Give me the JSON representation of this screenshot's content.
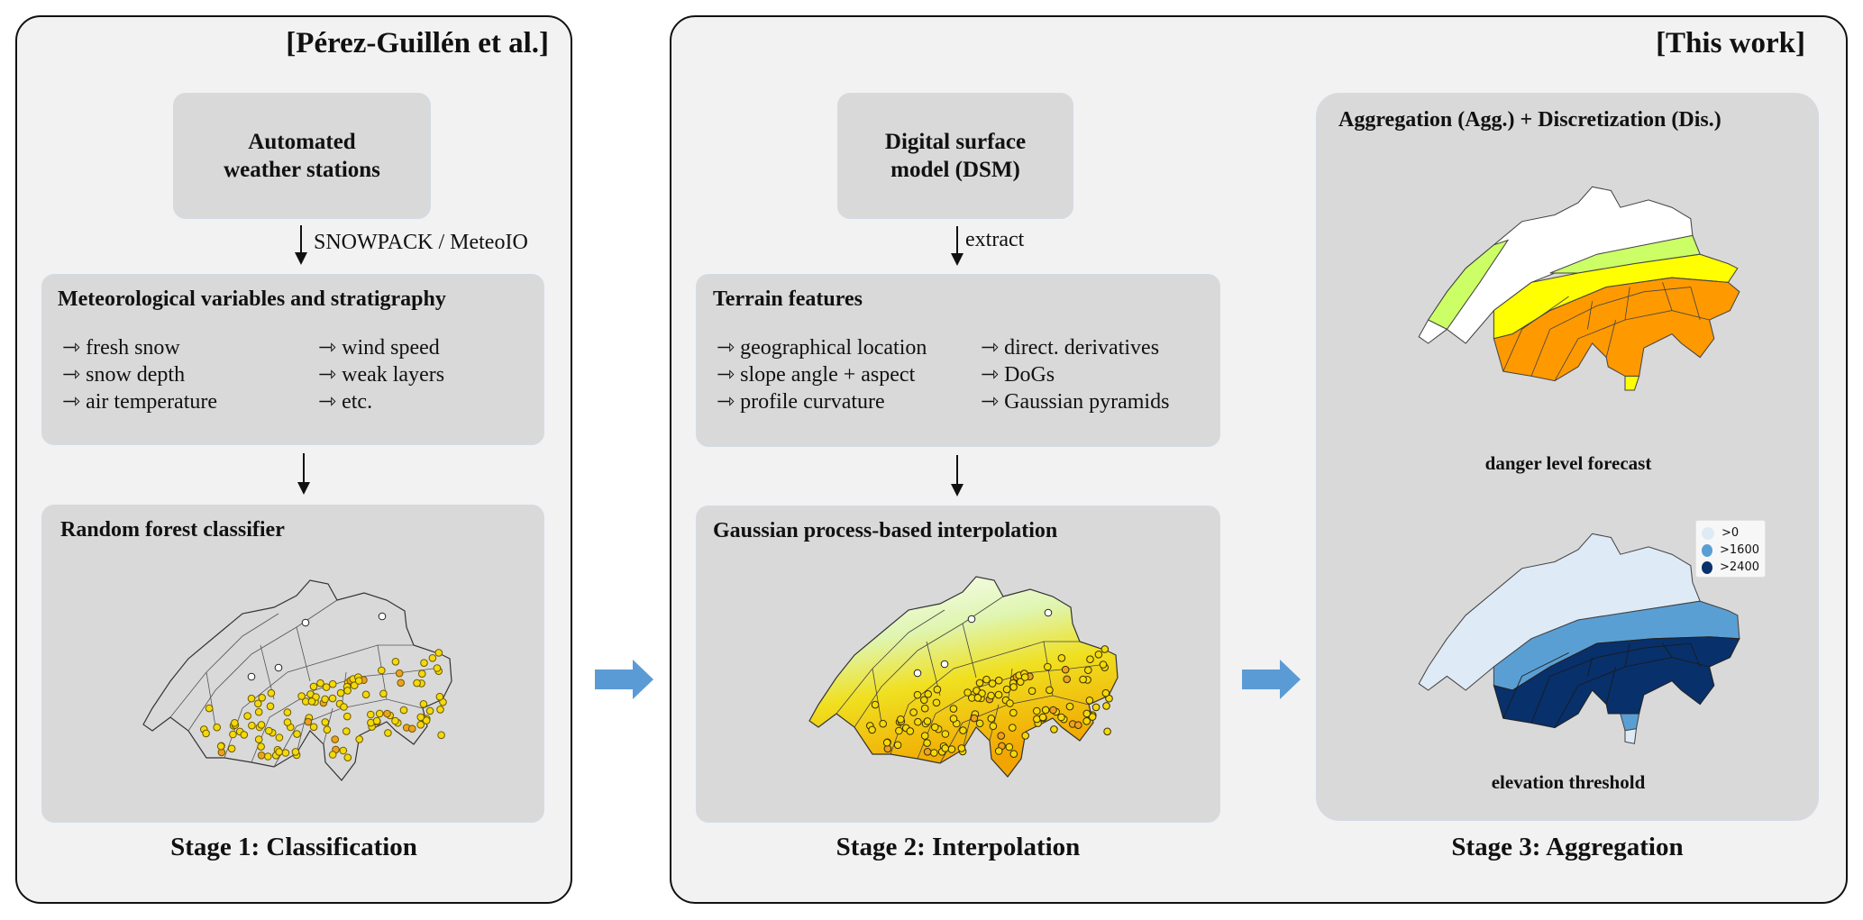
{
  "left_panel": {
    "tag": "[Pérez-Guillén et al.]",
    "source_box": {
      "title": "Automated weather stations"
    },
    "arrow1_label": "SNOWPACK / MeteoIO",
    "features_box": {
      "title": "Meteorological variables and stratigraphy",
      "col1": [
        "⇾ fresh snow",
        "⇾ snow depth",
        "⇾ air temperature"
      ],
      "col2": [
        "⇾ wind speed",
        "⇾ weak layers",
        "⇾ etc."
      ]
    },
    "model_box": {
      "title": "Random forest classifier"
    },
    "stage": "Stage 1: Classification"
  },
  "right_panel": {
    "tag": "[This work]",
    "source_box": {
      "title": "Digital surface model (DSM)"
    },
    "arrow1_label": "extract",
    "features_box": {
      "title": "Terrain features",
      "col1": [
        "⇾ geographical location",
        "⇾ slope angle + aspect",
        "⇾ profile curvature"
      ],
      "col2": [
        "⇾ direct. derivatives",
        "⇾ DoGs",
        "⇾ Gaussian pyramids"
      ]
    },
    "model_box": {
      "title": "Gaussian process-based interpolation"
    },
    "stage2": "Stage 2: Interpolation",
    "agg_box": {
      "title": "Aggregation (Agg.) + Discretization (Dis.)",
      "caption1": "danger level forecast",
      "caption2": "elevation threshold",
      "legend": [
        {
          "label": ">0",
          "color": "#deebf7"
        },
        {
          "label": ">1600",
          "color": "#5a9fd4"
        },
        {
          "label": ">2400",
          "color": "#08306b"
        }
      ]
    },
    "stage3": "Stage 3: Aggregation"
  },
  "colors": {
    "flow_arrow": "#5b9bd5",
    "danger_low": "#ccff66",
    "danger_moderate": "#ffff00",
    "danger_considerable": "#ff9900",
    "station_yellow": "#f5d90a",
    "station_orange": "#f0a020"
  }
}
